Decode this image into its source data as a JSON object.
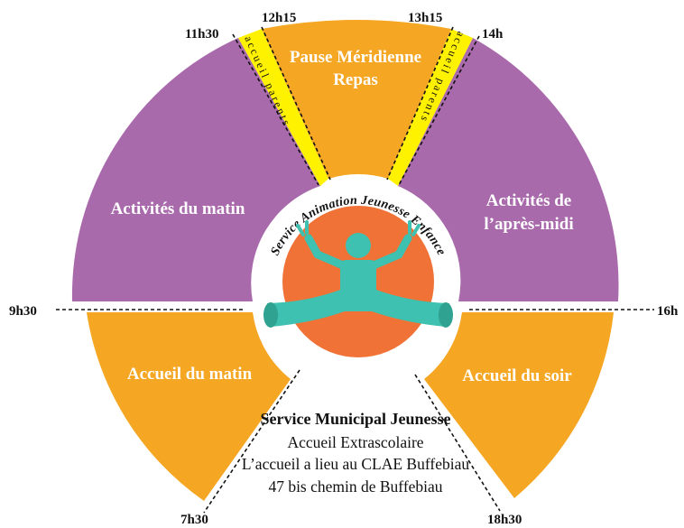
{
  "segments": {
    "activites_matin": "Activités du matin",
    "activites_apres_midi_1": "Activités de",
    "activites_apres_midi_2": "l’après-midi",
    "pause_1": "Pause Méridienne",
    "pause_2": "Repas",
    "accueil_matin": "Accueil du matin",
    "accueil_soir": "Accueil du soir",
    "accueil_parents_1": "accueil parents",
    "accueil_parents_2": "accueil parents"
  },
  "times": {
    "t_0930": "9h30",
    "t_1130": "11h30",
    "t_1215": "12h15",
    "t_1315": "13h15",
    "t_1400": "14h",
    "t_1600": "16h",
    "t_0730": "7h30",
    "t_1830": "18h30"
  },
  "logo": {
    "ring_text": "Service Animation Jeunesse Enfance"
  },
  "info": {
    "title": "Service Municipal Jeunesse",
    "line1": "Accueil Extrascolaire",
    "line2": "L’accueil a lieu au CLAE Buffebiau",
    "line3": "47 bis chemin de Buffebiau"
  },
  "colors": {
    "purple": "#A96AAC",
    "orange": "#F5A623",
    "yellow": "#FFF200",
    "logo_orange": "#F07236",
    "figure_teal": "#3EC1B0"
  }
}
